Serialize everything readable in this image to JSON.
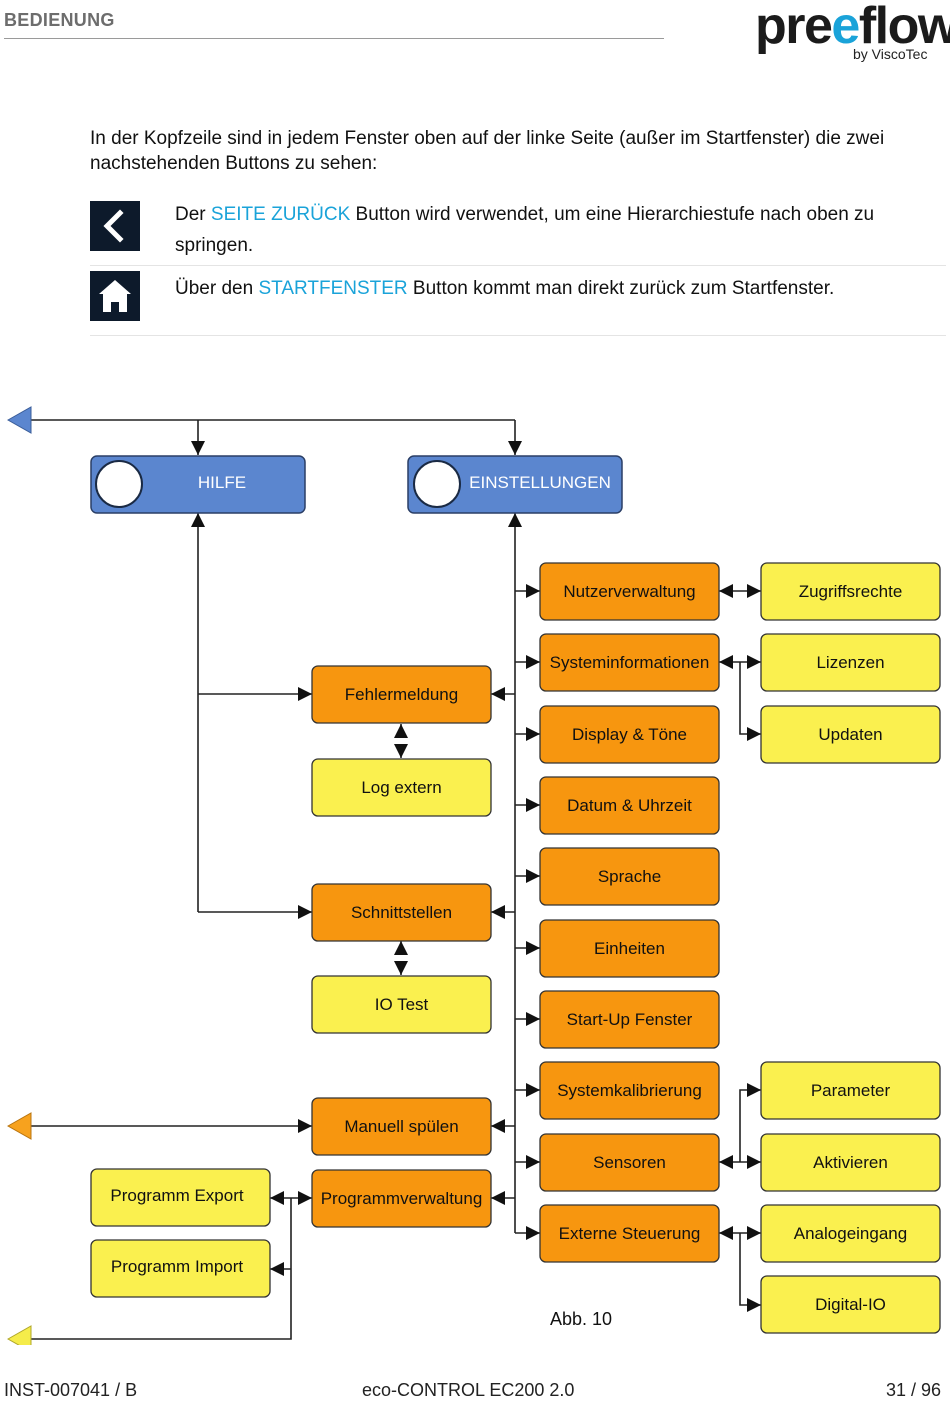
{
  "header": {
    "section_title": "BEDIENUNG",
    "logo": {
      "word_pre": "pre",
      "word_e": "e",
      "word_post": "flow",
      "subtitle": "by ViscoTec"
    }
  },
  "intro": "In der Kopfzeile sind in jedem Fenster oben auf der linke Seite (außer im Startfenster) die zwei nachstehenden Buttons zu sehen:",
  "buttons": [
    {
      "icon": "chevron-left-icon",
      "before": "Der ",
      "keyword": "SEITE ZURÜCK",
      "after": " Button wird verwendet, um eine Hierarchiestufe nach oben zu springen."
    },
    {
      "icon": "home-icon",
      "before": "Über den ",
      "keyword": "STARTFENSTER",
      "after": " Button kommt man direkt zurück zum Startfenster."
    }
  ],
  "colors": {
    "blue": "#5b86cf",
    "orange": "#f7960f",
    "yellow": "#faf04f",
    "keyword": "#1aa3d9",
    "arrow_blue": "#5b86cf",
    "arrow_orange": "#f7a21e",
    "arrow_yellow": "#f5ec4a"
  },
  "diagram": {
    "top_buttons": {
      "hilfe": "HILFE",
      "einstellungen": "EINSTELLUNGEN"
    },
    "settings_items": {
      "nutzerverwaltung": "Nutzerverwaltung",
      "systeminformationen": "Systeminformationen",
      "display": "Display & Töne",
      "datum": "Datum & Uhrzeit",
      "sprache": "Sprache",
      "einheiten": "Einheiten",
      "startup": "Start-Up Fenster",
      "systemkalibrierung": "Systemkalibrierung",
      "sensoren": "Sensoren",
      "externe": "Externe Steuerung"
    },
    "sub_items": {
      "zugriffsrechte": "Zugriffsrechte",
      "lizenzen": "Lizenzen",
      "updaten": "Updaten",
      "parameter": "Parameter",
      "aktivieren": "Aktivieren",
      "analogeingang": "Analogeingang",
      "digitalio": "Digital-IO"
    },
    "mid_items": {
      "fehlermeldung": "Fehlermeldung",
      "logextern": "Log extern",
      "schnittstellen": "Schnittstellen",
      "iotest": "IO Test",
      "manuell": "Manuell spülen",
      "programmverwaltung": "Programmverwaltung"
    },
    "left_items": {
      "export": "Programm Export",
      "import": "Programm Import"
    },
    "caption": "Abb. 10"
  },
  "footer": {
    "left": "INST-007041 / B",
    "center": "eco-CONTROL EC200 2.0",
    "right": "31 / 96"
  }
}
